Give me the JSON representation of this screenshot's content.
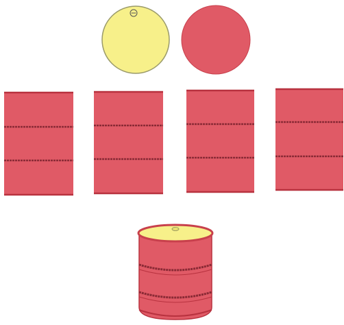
{
  "figure": {
    "description_free": true,
    "colors": {
      "drum_red": "#e05a66",
      "drum_red_dark": "#b8323f",
      "drum_rim": "#c8404c",
      "lid_yellow": "#f7f08a",
      "lid_outline": "#8a8a5a",
      "background": "#ffffff"
    },
    "parts": {
      "top_lid": {
        "icon": "circle-lid-with-bung"
      },
      "bottom_lid": {
        "icon": "circle-lid"
      },
      "side_panels": {
        "count": 4
      },
      "assembled_drum": {
        "icon": "drum-barrel"
      }
    }
  }
}
